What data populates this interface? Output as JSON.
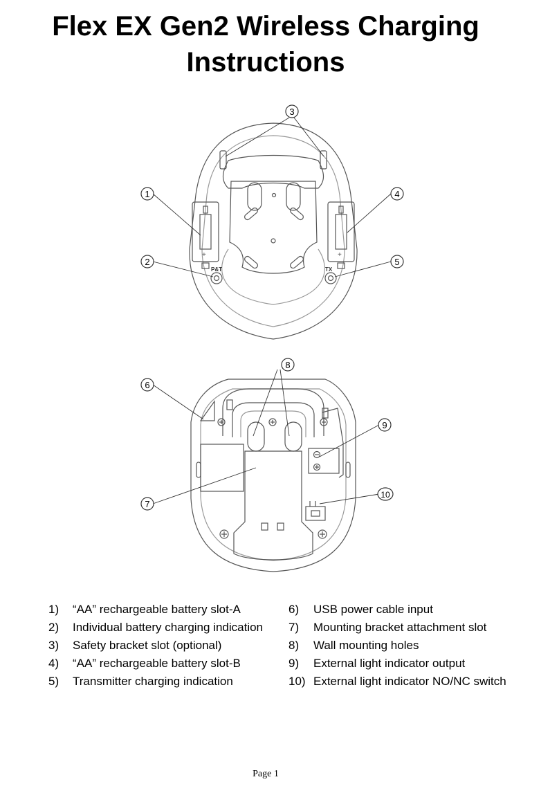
{
  "document": {
    "title_line1": "Flex EX Gen2 Wireless Charging",
    "title_line2": "Instructions",
    "footer": "Page 1"
  },
  "diagram": {
    "callouts": [
      "1",
      "2",
      "3",
      "4",
      "5",
      "6",
      "7",
      "8",
      "9",
      "10"
    ],
    "indicator_label_left": "P&T",
    "indicator_label_right": "TX"
  },
  "legend": {
    "left": [
      {
        "num": "1)",
        "text": "“AA” rechargeable battery slot-A"
      },
      {
        "num": "2)",
        "text": "Individual battery charging indication"
      },
      {
        "num": "3)",
        "text": "Safety bracket slot (optional)"
      },
      {
        "num": "4)",
        "text": "“AA” rechargeable battery slot-B"
      },
      {
        "num": "5)",
        "text": "Transmitter charging indication"
      }
    ],
    "right": [
      {
        "num": "6)",
        "text": "USB power cable input"
      },
      {
        "num": "7)",
        "text": "Mounting bracket attachment slot"
      },
      {
        "num": "8)",
        "text": "Wall mounting holes"
      },
      {
        "num": "9)",
        "text": "External light indicator output"
      },
      {
        "num": "10)",
        "text": "External light indicator NO/NC switch"
      }
    ]
  }
}
